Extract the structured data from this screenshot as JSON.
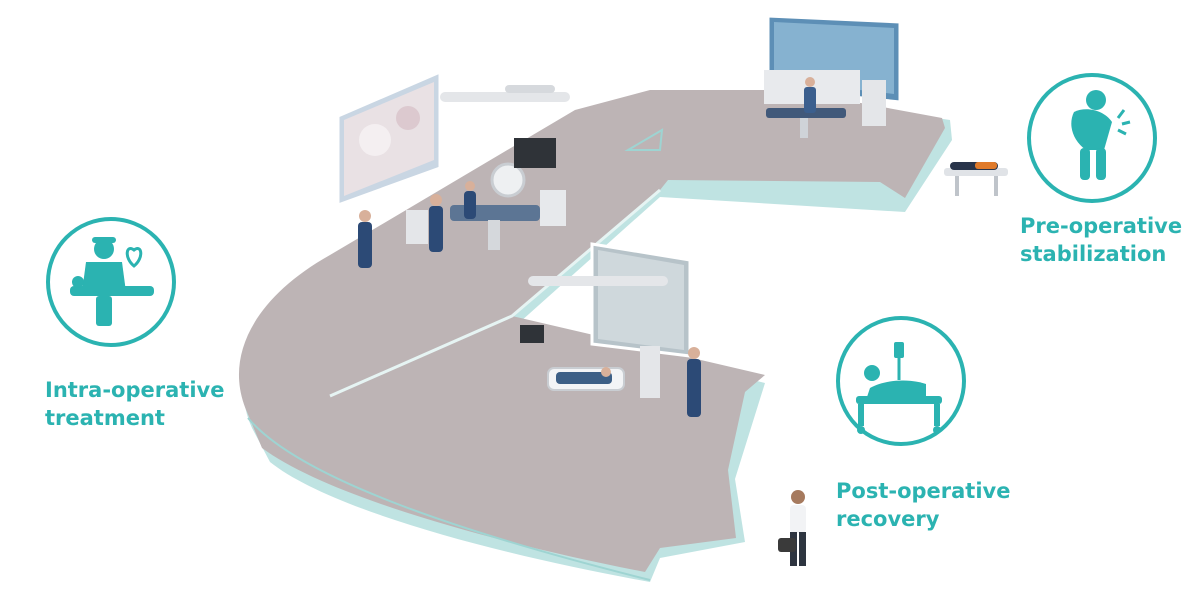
{
  "accent_color": "#2bb3b1",
  "phases": {
    "intra": {
      "line1": "Intra-operative",
      "line2": "treatment",
      "icon": "surgeon-operating-on-patient-icon"
    },
    "pre": {
      "line1": "Pre-operative",
      "line2": "stabilization",
      "icon": "person-in-pain-icon"
    },
    "post": {
      "line1": "Post-operative",
      "line2": "recovery",
      "icon": "patient-in-hospital-bed-icon"
    }
  }
}
